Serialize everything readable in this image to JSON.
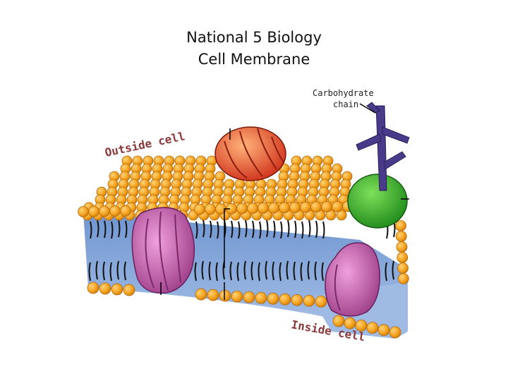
{
  "slide": {
    "title": "National 5 Biology",
    "subtitle": "Cell Membrane"
  },
  "diagram": {
    "labels": {
      "carbohydrate_line1": "Carbohydrate",
      "carbohydrate_line2": "chain",
      "outside": "Outside cell",
      "inside": "Inside cell"
    },
    "colors": {
      "phospholipid_head": "#f5a623",
      "tail_region": "#7fa2d6",
      "protein_top": "#e8501c",
      "protein_green": "#3cb72c",
      "protein_pink": "#c85aa6",
      "carbohydrate": "#4a3a8a"
    }
  }
}
